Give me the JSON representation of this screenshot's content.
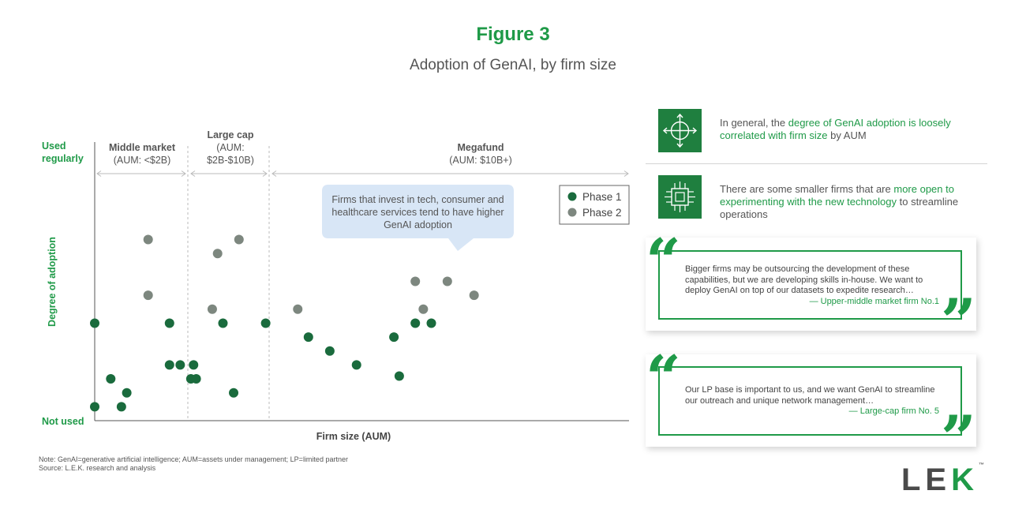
{
  "figure_title": "Figure 3",
  "figure_subtitle": "Adoption of GenAI, by firm size",
  "chart_data": {
    "type": "scatter",
    "title": "Adoption of GenAI, by firm size",
    "xlabel": "Firm size (AUM)",
    "ylabel": "Degree of adoption",
    "y_top_label": "Used regularly",
    "y_bottom_label": "Not used",
    "legend_position": "top-right",
    "x_scale": "ordinal firm size (no tick values)",
    "y_scale": "ordinal adoption level (no tick values)",
    "segments": [
      {
        "name": "Middle market",
        "range_label": "(AUM: <$2B)"
      },
      {
        "name": "Large cap",
        "range_label_1": "(AUM:",
        "range_label_2": "$2B-$10B)"
      },
      {
        "name": "Megafund",
        "range_label": "(AUM: $10B+)"
      }
    ],
    "series": [
      {
        "name": "Phase 1",
        "color": "#1a6b3d",
        "points": [
          {
            "x": 0,
            "y": 35
          },
          {
            "x": 3,
            "y": 15
          },
          {
            "x": 0,
            "y": 5
          },
          {
            "x": 5,
            "y": 5
          },
          {
            "x": 6,
            "y": 10
          },
          {
            "x": 14,
            "y": 35
          },
          {
            "x": 14,
            "y": 20
          },
          {
            "x": 16,
            "y": 20
          },
          {
            "x": 18,
            "y": 15
          },
          {
            "x": 19,
            "y": 15
          },
          {
            "x": 24,
            "y": 35
          },
          {
            "x": 32,
            "y": 35
          },
          {
            "x": 40,
            "y": 30
          },
          {
            "x": 44,
            "y": 25
          },
          {
            "x": 49,
            "y": 20
          },
          {
            "x": 56,
            "y": 30
          },
          {
            "x": 57,
            "y": 16
          },
          {
            "x": 60,
            "y": 35
          },
          {
            "x": 63,
            "y": 35
          },
          {
            "x": 26,
            "y": 10
          },
          {
            "x": 18.5,
            "y": 20
          }
        ]
      },
      {
        "name": "Phase 2",
        "color": "#7d877f",
        "points": [
          {
            "x": 10,
            "y": 65
          },
          {
            "x": 10,
            "y": 45
          },
          {
            "x": 23,
            "y": 60
          },
          {
            "x": 27,
            "y": 65
          },
          {
            "x": 22,
            "y": 40
          },
          {
            "x": 38,
            "y": 40
          },
          {
            "x": 60,
            "y": 50
          },
          {
            "x": 61.5,
            "y": 40
          },
          {
            "x": 66,
            "y": 50
          },
          {
            "x": 71,
            "y": 45
          }
        ]
      }
    ],
    "annotation": "Firms that invest in tech, consumer and healthcare services tend to have higher GenAI adoption"
  },
  "insights": [
    {
      "icon": "target-arrows-icon",
      "text_before": "In general, the ",
      "highlight": "degree of GenAI adoption is loosely correlated with firm size",
      "text_after": " by AUM"
    },
    {
      "icon": "circuit-chip-icon",
      "text_before": "There are some smaller firms that are ",
      "highlight": "more open to experimenting with the new technology",
      "text_after": " to streamline operations"
    }
  ],
  "quotes": [
    {
      "text": "Bigger firms may be outsourcing the development of these capabilities, but we are developing skills in-house. We want to deploy GenAI on top of our datasets to expedite research…",
      "attribution": "— Upper-middle market firm No.1"
    },
    {
      "text": "Our LP base is important to us, and we want GenAI to streamline our outreach and unique network management…",
      "attribution": "— Large-cap firm No. 5"
    }
  ],
  "notes": {
    "note": "Note: GenAI=generative artificial intelligence; AUM=assets under management; LP=limited partner",
    "source": "Source: L.E.K. research and analysis"
  },
  "logo": {
    "letters": "LE",
    "accent_letter": "K",
    "tm": "™"
  },
  "colors": {
    "accent": "#1f9a48",
    "dark_green": "#1a6b3d",
    "phase2_gray": "#7d877f",
    "callout_bg": "#d8e6f6"
  }
}
